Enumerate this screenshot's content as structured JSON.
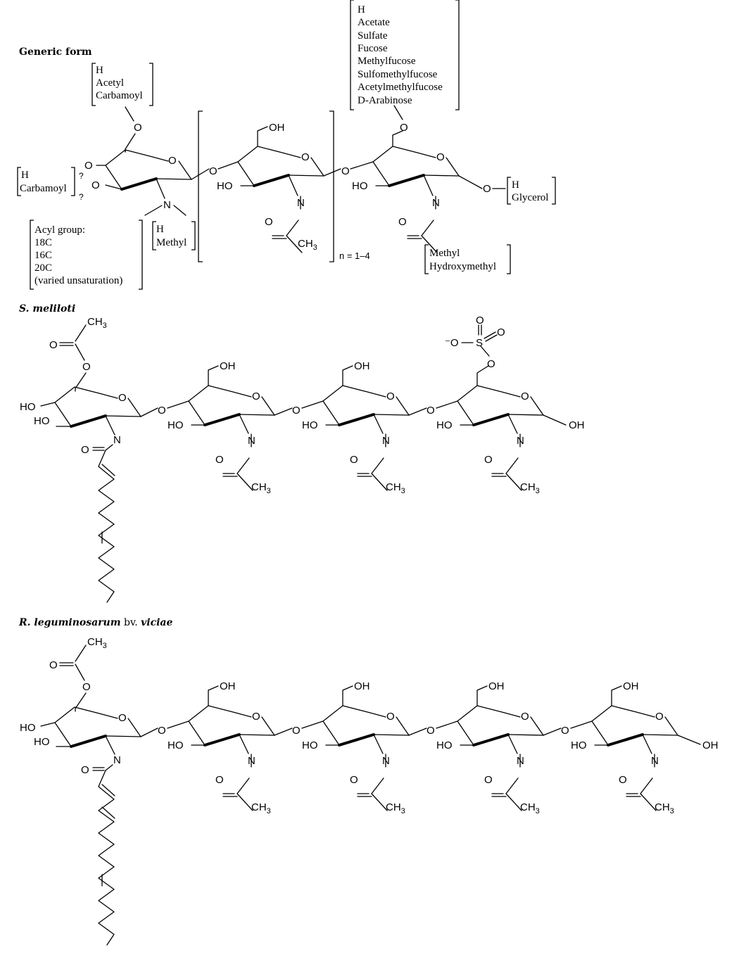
{
  "titles": {
    "generic": "Generic form",
    "smeliloti": "S. meliloti",
    "rleg_species": "R. leguminosarum",
    "rleg_bv": " bv. ",
    "rleg_var": "viciae"
  },
  "generic_options": {
    "o6_left": [
      "H",
      "Acetyl",
      "Carbamoyl"
    ],
    "o34_left": [
      "H",
      "Carbamoyl"
    ],
    "n_methyl": [
      "H",
      "Methyl"
    ],
    "acyl": [
      "Acyl group:",
      "18C",
      "16C",
      "20C",
      "(varied unsaturation)"
    ],
    "o6_right": [
      "H",
      "Acetate",
      "Sulfate",
      "Fucose",
      "Methylfucose",
      "Sulfomethylfucose",
      "Acetylmethylfucose",
      "D-Arabinose"
    ],
    "reducing_end": [
      "H",
      "Glycerol"
    ],
    "n_acyl_right": [
      "Methyl",
      "Hydroxymethyl"
    ],
    "repeat_label": "n = 1–4",
    "question": "?"
  },
  "atoms": {
    "O": "O",
    "N": "N",
    "OH": "OH",
    "HO": "HO",
    "CH": "CH",
    "three": "3",
    "S": "S",
    "minus_O": "⁻O"
  }
}
